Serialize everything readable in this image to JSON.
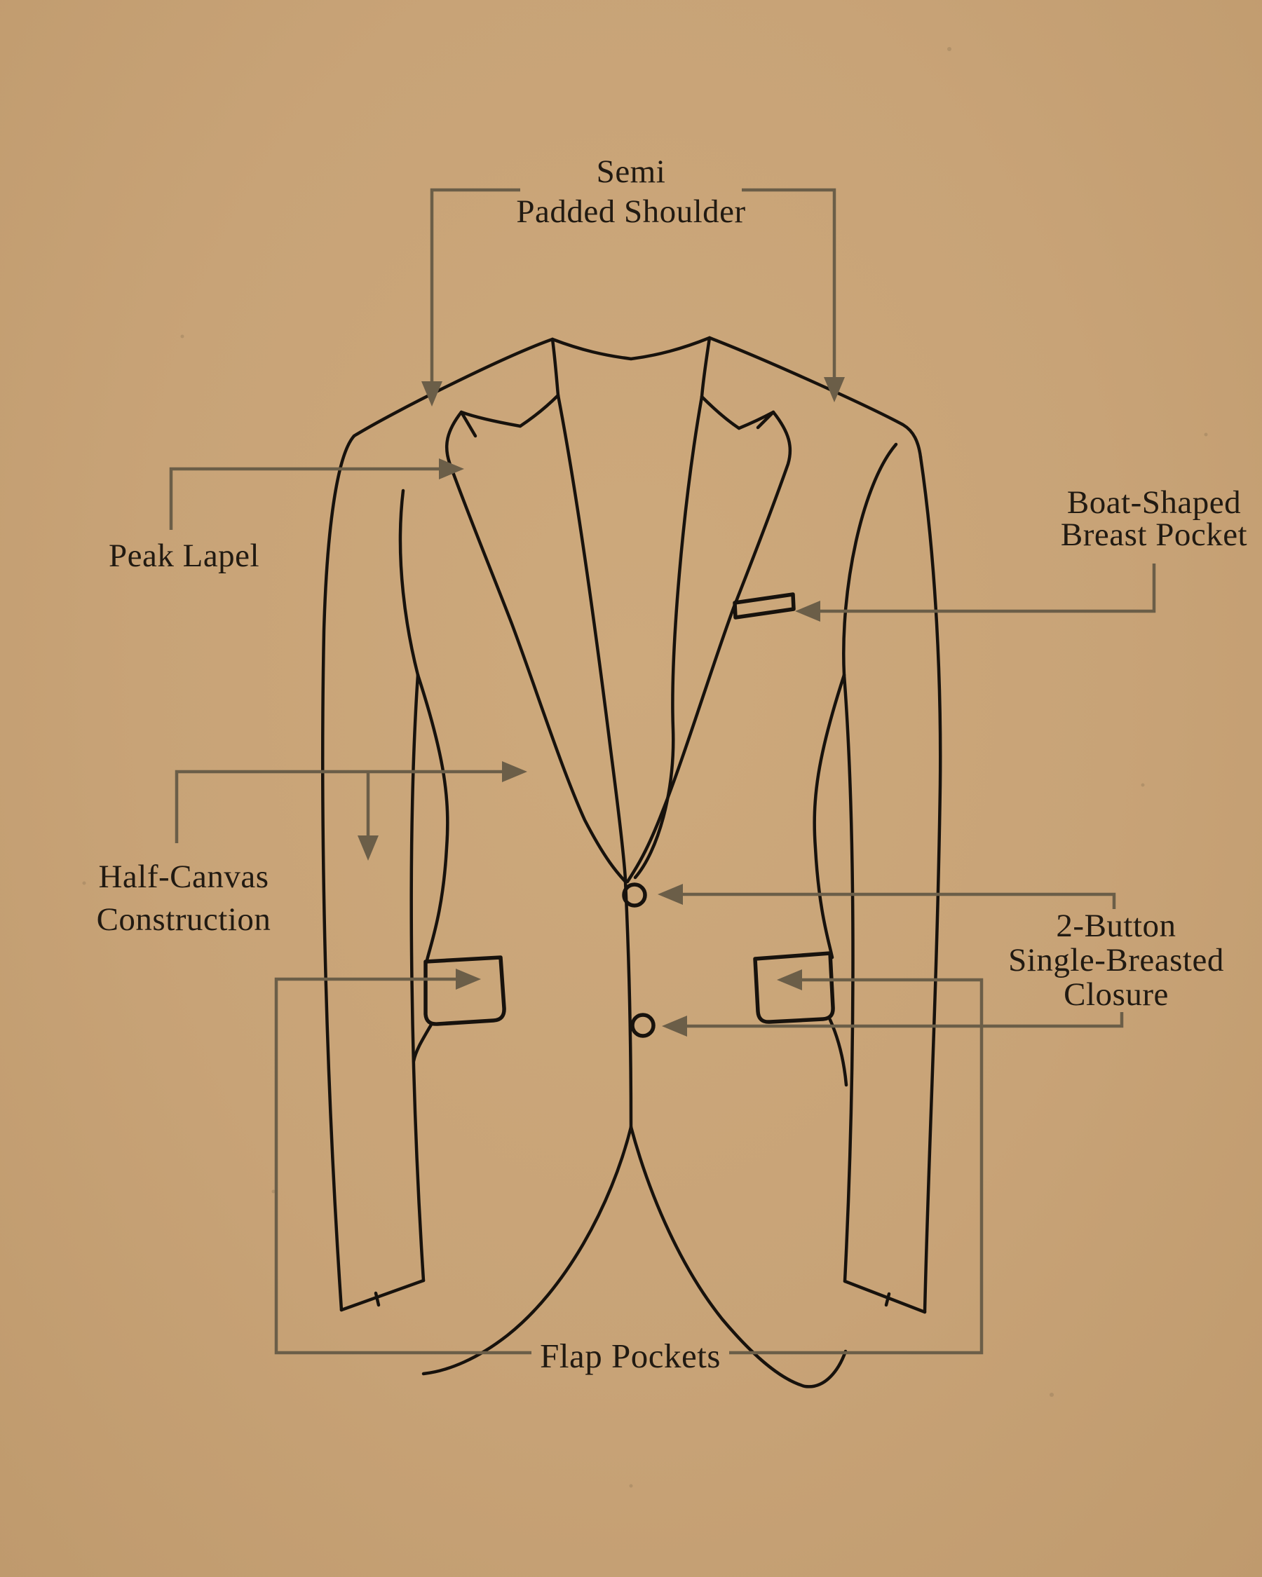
{
  "canvas": {
    "background_color": "#c8a377",
    "drawing_line_color": "#17120d",
    "annotation_line_color": "#6b5e48",
    "text_color": "#211a12"
  },
  "figure": {
    "subject": "suit-jacket-front-line-drawing",
    "button_count": 2
  },
  "labels": {
    "shoulder": {
      "lines": [
        "Semi",
        "Padded Shoulder"
      ]
    },
    "lapel": {
      "lines": [
        "Peak Lapel"
      ]
    },
    "breast_pocket": {
      "lines": [
        "Boat-Shaped",
        "Breast Pocket"
      ]
    },
    "construction": {
      "lines": [
        "Half-Canvas",
        "Construction"
      ]
    },
    "closure": {
      "lines": [
        "2-Button",
        "Single-Breasted",
        "Closure"
      ]
    },
    "flap_pockets": {
      "lines": [
        "Flap Pockets"
      ]
    }
  }
}
